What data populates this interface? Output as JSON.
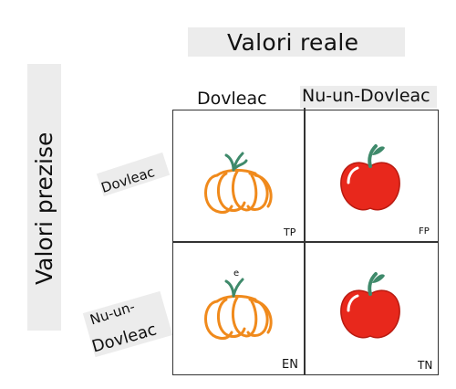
{
  "axes": {
    "actual_title": "Valori reale",
    "predicted_title": "Valori prezise"
  },
  "columns": {
    "pumpkin": "Dovleac",
    "not_pumpkin": "Nu-un-Dovleac"
  },
  "rows": {
    "pumpkin": "Dovleac",
    "not_pumpkin_line1": "Nu-un-",
    "not_pumpkin_line2": "Dovleac"
  },
  "cells": {
    "tp": "TP",
    "fp": "FP",
    "fn": "EN",
    "tn": "TN"
  },
  "stray_mark": "e",
  "colors": {
    "pumpkin_stroke": "#f08a1c",
    "stem": "#3f8a6b",
    "apple_fill": "#e8281c",
    "apple_stem": "#3f8a6b",
    "label_background": "#ececec"
  }
}
